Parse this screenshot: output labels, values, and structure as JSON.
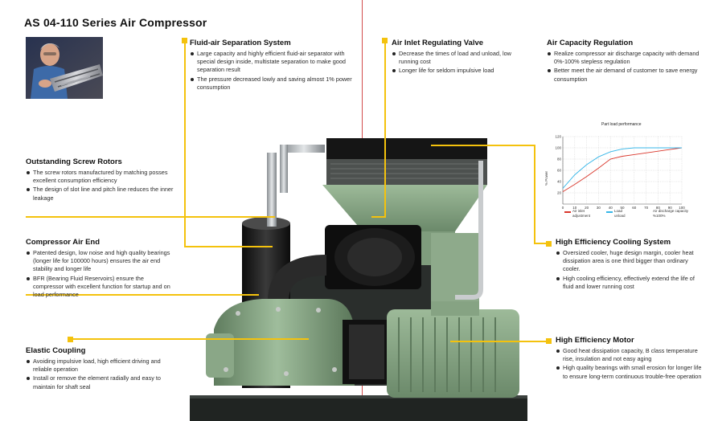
{
  "page_title": "AS 04-110 Series Air Compressor",
  "sections": {
    "fluid_air": {
      "title": "Fluid-air Separation System",
      "items": [
        "Large capacity and highly efficient fluid-air separator with special design inside, multistate separation to make good separation result",
        "The pressure decreased lowly and saving almost 1% power consumption"
      ]
    },
    "air_inlet": {
      "title": "Air Inlet Regulating Valve",
      "items": [
        "Decrease the times of load and unload, low running cost",
        "Longer life for seldom impulsive load"
      ]
    },
    "air_capacity": {
      "title": "Air Capacity Regulation",
      "items": [
        "Realize compressor air discharge capacity with demand 0%-100% stepless regulation",
        "Better meet the air demand of customer to save energy consumption"
      ]
    },
    "screw_rotors": {
      "title": "Outstanding Screw Rotors",
      "items": [
        "The screw rotors manufactured by matching posses excellent consumption efficiency",
        "The design of slot line and pitch line reduces the inner leakage"
      ]
    },
    "air_end": {
      "title": "Compressor Air End",
      "items": [
        "Patented design, low noise and high quality bearings (longer life for 100000 hours) ensures the air end stability and longer life",
        "BFR (Bearing Fluid Reservoirs) ensure the compressor with excellent function for startup and on load performance"
      ]
    },
    "coupling": {
      "title": "Elastic Coupling",
      "items": [
        "Avoiding impulsive load, high efficient driving and reliable operation",
        "Install or remove the element radially and easy to maintain for shaft seal"
      ]
    },
    "cooling": {
      "title": "High Efficiency Cooling System",
      "items": [
        "Oversized cooler, huge design margin, cooler heat dissipation area is one third bigger than ordinary cooler.",
        "High cooling efficiency, effectively extend the life of fluid and lower running cost"
      ]
    },
    "motor": {
      "title": "High Efficiency Motor",
      "items": [
        "Good heat dissipation capacity, B class temperature rise, insulation and not easy aging",
        "High quality bearings with small erosion for longer life to ensure long-term continuous trouble-free operation"
      ]
    }
  },
  "colors": {
    "accent": "#f4c20d",
    "divider": "#d24a4a",
    "machine_green": "#7f9e7d",
    "series_inlet": "#d9362b",
    "series_load": "#35b6e8"
  },
  "chart_data": {
    "type": "line",
    "title": "Part load performance",
    "ylabel": "% Power",
    "xlim": [
      0,
      100
    ],
    "ylim": [
      0,
      120
    ],
    "xticks": [
      "0",
      "10",
      "20",
      "30",
      "40",
      "50",
      "60",
      "70",
      "80",
      "90",
      "100"
    ],
    "yticks": [
      "20",
      "40",
      "60",
      "80",
      "100",
      "120"
    ],
    "grid": true,
    "series": [
      {
        "name": "Air inlet adjustment",
        "color": "#d9362b",
        "x": [
          0,
          10,
          20,
          30,
          40,
          50,
          60,
          70,
          80,
          90,
          100
        ],
        "y": [
          22,
          35,
          49,
          64,
          80,
          85,
          88,
          91,
          94,
          97,
          100
        ]
      },
      {
        "name": "Load unload",
        "color": "#35b6e8",
        "x": [
          0,
          10,
          20,
          30,
          40,
          50,
          60,
          70,
          80,
          90,
          100
        ],
        "y": [
          28,
          52,
          70,
          84,
          93,
          98,
          100,
          100,
          100,
          100,
          100
        ]
      }
    ],
    "annotations": [
      "Air discharge capacity %100%"
    ]
  }
}
